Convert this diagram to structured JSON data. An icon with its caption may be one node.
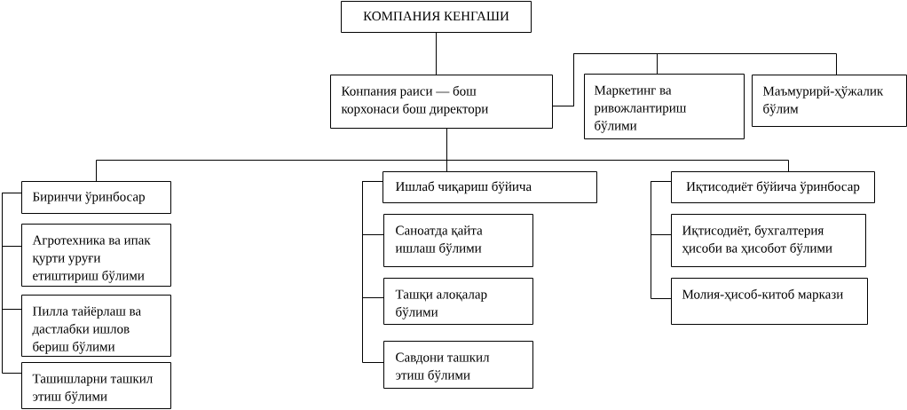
{
  "diagram": {
    "nodes": [
      {
        "text": [
          "КОМПАНИЯ КЕНГАШИ"
        ]
      },
      {
        "text": [
          "Конпания раиси — бош корхонаси бош директори"
        ]
      },
      {
        "text": [
          "Маркетинг ва ривожлантириш бўлими"
        ]
      },
      {
        "text": [
          "Маъмурирй-ҳўжалик бўлим"
        ]
      },
      {
        "text": [
          "Биринчи ўринбосар"
        ]
      },
      {
        "text": [
          "Агротехника ва ипак қурти уруғи етиштириш бўлими"
        ]
      },
      {
        "text": [
          "Пилла тайёрлаш ва дастлабки ишлов бериш бўлими"
        ]
      },
      {
        "text": [
          "Ташишларни ташкил этиш бўлими"
        ]
      },
      {
        "text": [
          "Ишлаб чиқариш бўйича"
        ]
      },
      {
        "text": [
          "Саноатда қайта ишлаш бўлими"
        ]
      },
      {
        "text": [
          "Ташқи алоқалар бўлими"
        ]
      },
      {
        "text": [
          "Савдони ташкил этиш бўлими"
        ]
      },
      {
        "text": [
          "Иқтисодиёт бўйича ўринбосар"
        ]
      },
      {
        "text": [
          "Иқтисодиёт, бухгалтерия ҳисоби ва ҳисобот бўлими"
        ]
      },
      {
        "text": [
          "Молия-ҳисоб-китоб маркази"
        ]
      }
    ],
    "edges": [
      {
        "from": 0,
        "to": 1,
        "arrow": "none"
      },
      {
        "from": 1,
        "to": 2,
        "arrow": "none"
      },
      {
        "from": 1,
        "to": 3,
        "arrow": "none"
      },
      {
        "from": 1,
        "to": 4,
        "arrow": "none"
      },
      {
        "from": 1,
        "to": 8,
        "arrow": "none"
      },
      {
        "from": 1,
        "to": 12,
        "arrow": "none"
      },
      {
        "from": 4,
        "to": 5,
        "arrow": "none"
      },
      {
        "from": 4,
        "to": 6,
        "arrow": "none"
      },
      {
        "from": 4,
        "to": 7,
        "arrow": "none"
      },
      {
        "from": 8,
        "to": 9,
        "arrow": "none"
      },
      {
        "from": 8,
        "to": 10,
        "arrow": "none"
      },
      {
        "from": 8,
        "to": 11,
        "arrow": "none"
      },
      {
        "from": 12,
        "to": 13,
        "arrow": "none"
      },
      {
        "from": 12,
        "to": 14,
        "arrow": "none"
      }
    ]
  }
}
